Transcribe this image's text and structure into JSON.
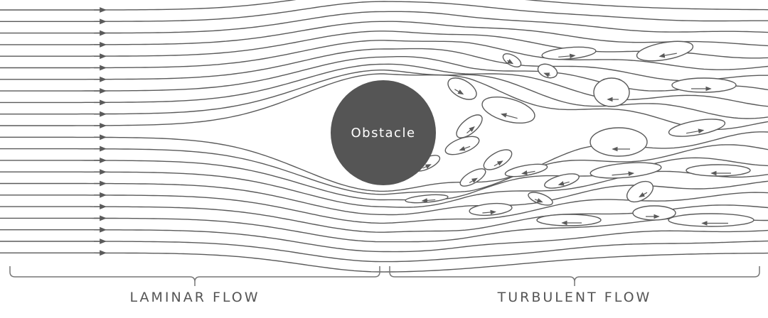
{
  "diagram": {
    "obstacle_label": "Obstacle",
    "laminar_label": "LAMINAR FLOW",
    "turbulent_label": "TURBULENT FLOW",
    "colors": {
      "line": "#5a5a5a",
      "obstacle": "#555555",
      "text": "#555555"
    }
  }
}
